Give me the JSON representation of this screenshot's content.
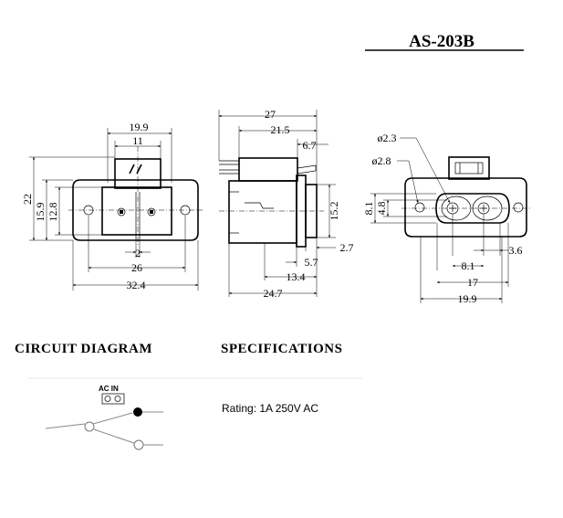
{
  "title": "AS-203B",
  "front_view": {
    "dims": [
      "19.9",
      "11",
      "22",
      "15.9",
      "12.8",
      "2",
      "26",
      "32.4"
    ]
  },
  "side_view": {
    "dims": [
      "27",
      "21.5",
      "6.7",
      "15.2",
      "2.7",
      "5.7",
      "13.4",
      "24.7"
    ]
  },
  "back_view": {
    "dims": [
      "ø2.3",
      "ø2.8",
      "8.1",
      "4.8",
      "3.6",
      "8.1",
      "17",
      "19.9"
    ]
  },
  "sections": {
    "circuit_heading": "CIRCUIT  DIAGRAM",
    "spec_heading": "SPECIFICATIONS"
  },
  "circuit": {
    "input_label": "AC IN"
  },
  "specifications": {
    "rating": "Rating: 1A 250V AC"
  }
}
